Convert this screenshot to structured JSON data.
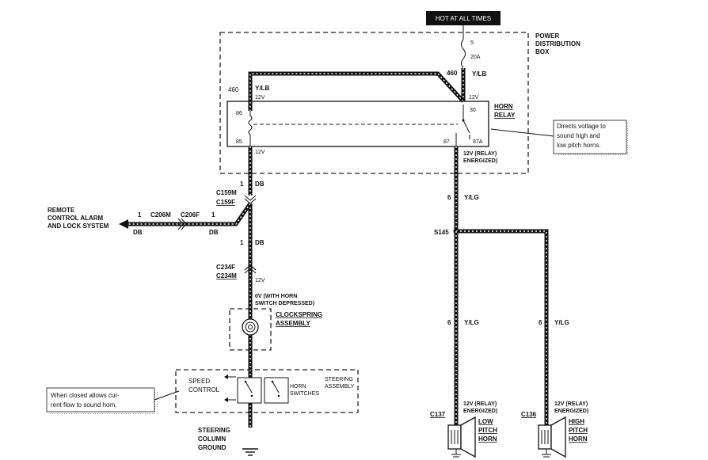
{
  "hot_label": "HOT AT ALL TIMES",
  "pdb": {
    "line1": "POWER",
    "line2": "DISTRIBUTION",
    "line3": "BOX"
  },
  "fuse": {
    "num": "5",
    "amp": "20A"
  },
  "circuit460_right": "460",
  "ylb_right": "Y/LB",
  "circuit460_left": "460",
  "ylb_left": "Y/LB",
  "v12_a": "12V",
  "v12_b": "12V",
  "v12_c": "12V",
  "v12_d": "12V",
  "relay": {
    "label1": "HORN",
    "label2": "RELAY",
    "pin86": "86",
    "pin85": "85",
    "pin30": "30",
    "pin87": "87",
    "pin87a": "87A"
  },
  "relay_out": {
    "line1": "12V (RELAY)",
    "line2": "ENERGIZED)"
  },
  "note_relay": {
    "l1": "Directs voltage to",
    "l2": "sound  high  and",
    "l3": "low pitch horns."
  },
  "db_wire": {
    "num1": "1",
    "col1": "DB",
    "num2": "1",
    "col2": "DB"
  },
  "c159m": "C159M",
  "c159f": "C159F",
  "remote": {
    "l1": "REMOTE",
    "l2": "CONTROL ALARM",
    "l3": "AND LOCK SYSTEM"
  },
  "c206m": "C206M",
  "c206f": "C206F",
  "c206_n1": "1",
  "c206_n2": "1",
  "c206_db1": "DB",
  "c206_db2": "DB",
  "c234f": "C234F",
  "c234m": "C234M",
  "ov": {
    "l1": "0V (WITH HORN",
    "l2": "SWITCH DEPRESSED)"
  },
  "clockspring": {
    "l1": "CLOCKSPRING",
    "l2": "ASSEMBLY"
  },
  "steering": {
    "speed1": "SPEED",
    "speed2": "CONTROL",
    "horn1": "HORN",
    "horn2": "SWITCHES",
    "st1": "STEERING",
    "st2": "ASSEMBLY"
  },
  "note_switch": {
    "l1": "When closed allows cur-",
    "l2": "rent flow to sound horn."
  },
  "ground": {
    "l1": "STEERING",
    "l2": "COLUMN",
    "l3": "GROUND"
  },
  "wire6_top": {
    "num": "6",
    "col": "Y/LG"
  },
  "s145": "S145",
  "wire6_left": {
    "num": "6",
    "col": "Y/LG"
  },
  "wire6_right": {
    "num": "6",
    "col": "Y/LG"
  },
  "low_horn": {
    "en1": "12V (RELAY)",
    "en2": "ENERGIZED)",
    "conn": "C137",
    "l1": "LOW",
    "l2": "PITCH",
    "l3": "HORN"
  },
  "high_horn": {
    "en1": "12V (RELAY)",
    "en2": "ENERGIZED)",
    "conn": "C136",
    "l1": "HIGH",
    "l2": "PITCH",
    "l3": "HORN"
  }
}
